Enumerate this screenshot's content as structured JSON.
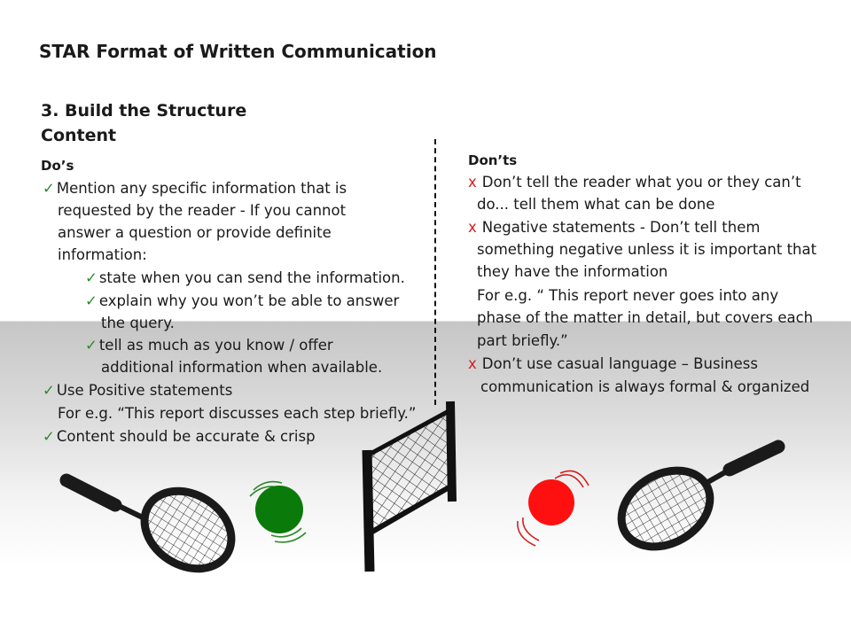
{
  "title": "STAR Format of Written Communication",
  "subtitle": {
    "line1": "3. Build the Structure",
    "line2": "Content"
  },
  "dos": {
    "heading": "Do’s",
    "lines": [
      "Mention any specific information that is",
      "requested by the reader  - If you cannot",
      "answer a question or provide definite",
      "information:",
      "state when you can send the information.",
      "explain why you won’t be able to answer",
      "the query.",
      "tell as much as you know / offer",
      "additional information when available.",
      "Use Positive statements",
      "For e.g. “This report discusses each step briefly.”",
      "Content should be accurate & crisp"
    ]
  },
  "donts": {
    "heading": "Don’ts",
    "bullet_symbol": "x",
    "lines": [
      "Don’t tell the reader what you or they can’t",
      "do... tell them what can be done",
      "Negative statements - Don’t tell them",
      "something negative unless it is important that",
      "they have the information",
      "For e.g. “ This report never goes into any",
      "phase of the matter in detail, but covers each",
      "part briefly.”",
      "Don’t use casual language – Business",
      "communication is always formal & organized"
    ]
  },
  "icons": {
    "check": "checkmark-icon",
    "racket": "badminton-racket-icon",
    "net": "net-icon",
    "ball": "ball-icon"
  },
  "colors": {
    "check": "#2a8a2a",
    "cross": "#d42020",
    "ball_good": "#0a7a0a",
    "ball_bad": "#ff1010"
  }
}
